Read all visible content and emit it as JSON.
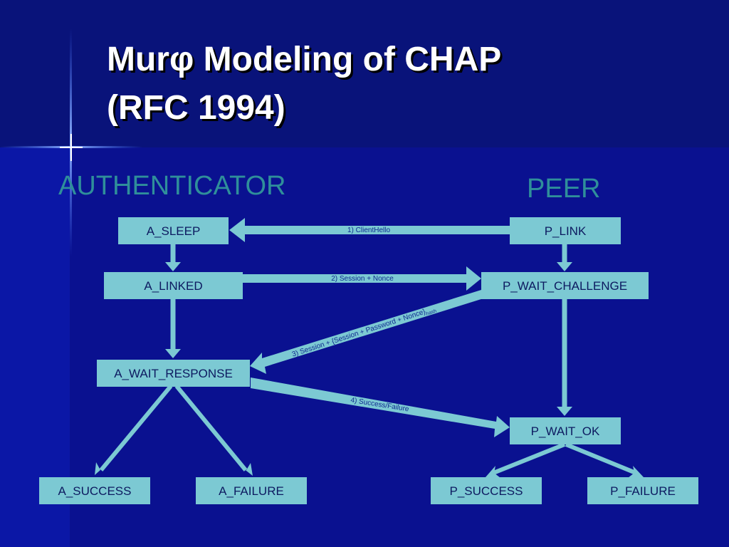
{
  "slide": {
    "title": "Murφ Modeling of CHAP\n(RFC 1994)",
    "authenticator_heading": "AUTHENTICATOR",
    "peer_heading": "PEER"
  },
  "colors": {
    "background": "#0a1190",
    "node_fill": "#7cc9d3",
    "heading_text": "#2f8f9a",
    "title_text": "#ffffff"
  },
  "diagram": {
    "nodes": {
      "a_sleep": "A_SLEEP",
      "a_linked": "A_LINKED",
      "a_wait_response": "A_WAIT_RESPONSE",
      "a_success": "A_SUCCESS",
      "a_failure": "A_FAILURE",
      "p_link": "P_LINK",
      "p_wait_challenge": "P_WAIT_CHALLENGE",
      "p_wait_ok": "P_WAIT_OK",
      "p_success": "P_SUCCESS",
      "p_failure": "P_FAILURE"
    },
    "messages": {
      "m1": "1) ClientHello",
      "m2": "2) Session + Nonce",
      "m3": "3) Session + {Session + Password + Nonce}",
      "m3_subscript": "hash",
      "m4": "4) Success/Failure"
    }
  }
}
